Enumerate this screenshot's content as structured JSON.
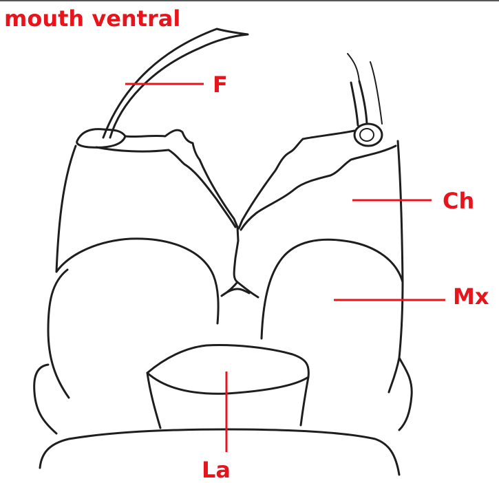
{
  "title": "mouth ventral",
  "labels": {
    "f": "F",
    "ch": "Ch",
    "mx": "Mx",
    "la": "La"
  },
  "colors": {
    "label": "#e8141c",
    "stroke": "#1e1e1e",
    "background": "#ffffff"
  }
}
